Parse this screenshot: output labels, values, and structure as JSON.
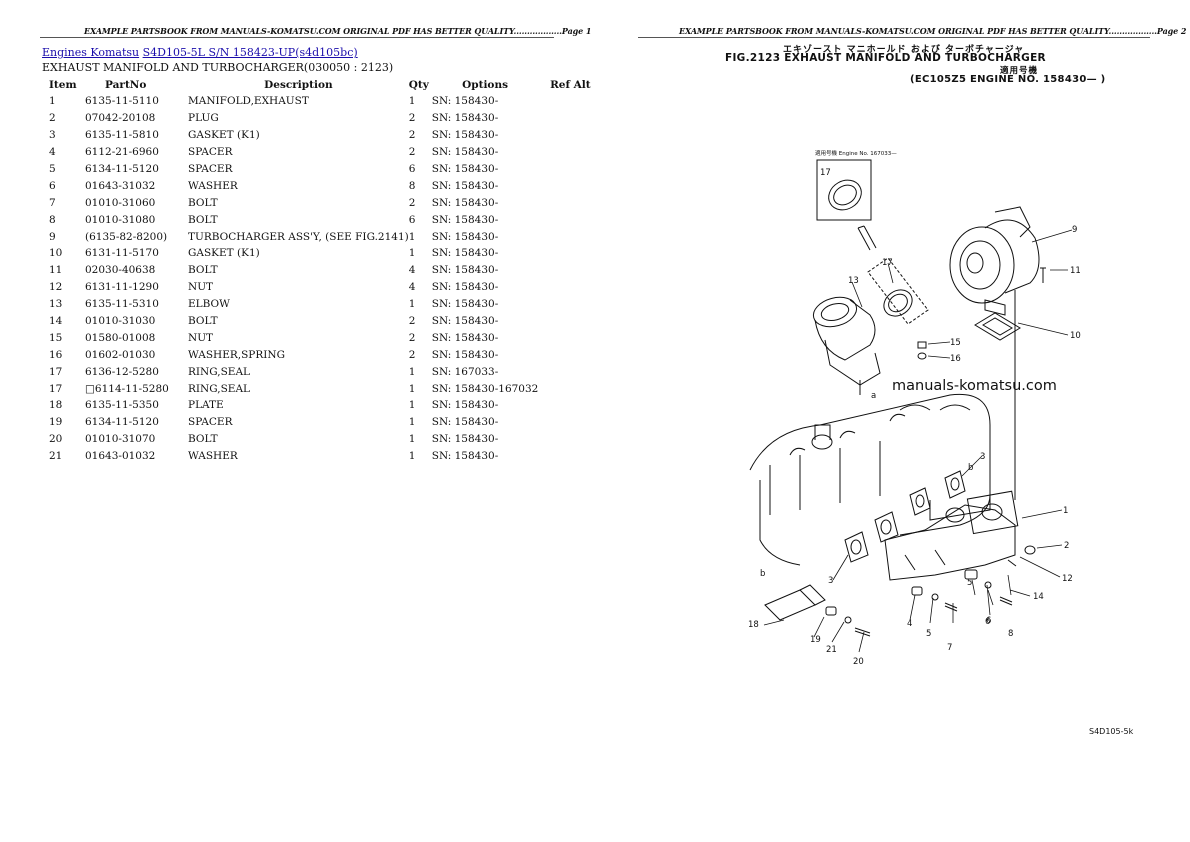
{
  "header": {
    "left": "EXAMPLE PARTSBOOK FROM MANUALS-KOMATSU.COM ORIGINAL PDF HAS BETTER QUALITY..................Page 1",
    "right": "EXAMPLE PARTSBOOK FROM MANUALS-KOMATSU.COM ORIGINAL PDF HAS BETTER QUALITY..................Page 2"
  },
  "breadcrumb": {
    "link1": "Engines Komatsu",
    "link2": "S4D105-5L S/N 158423-UP(s4d105bc)"
  },
  "subtitle": "EXHAUST MANIFOLD AND TURBOCHARGER(030050 : 2123)",
  "table": {
    "headers": [
      "Item",
      "PartNo",
      "Description",
      "Qty",
      "Options",
      "Ref Alt"
    ],
    "rows": [
      {
        "item": "1",
        "part": "6135-11-5110",
        "desc": "MANIFOLD,EXHAUST",
        "qty": "1",
        "opt": "SN: 158430-",
        "ref": ""
      },
      {
        "item": "2",
        "part": "07042-20108",
        "desc": "PLUG",
        "qty": "2",
        "opt": "SN: 158430-",
        "ref": ""
      },
      {
        "item": "3",
        "part": "6135-11-5810",
        "desc": "GASKET (K1)",
        "qty": "2",
        "opt": "SN: 158430-",
        "ref": ""
      },
      {
        "item": "4",
        "part": "6112-21-6960",
        "desc": "SPACER",
        "qty": "2",
        "opt": "SN: 158430-",
        "ref": ""
      },
      {
        "item": "5",
        "part": "6134-11-5120",
        "desc": "SPACER",
        "qty": "6",
        "opt": "SN: 158430-",
        "ref": ""
      },
      {
        "item": "6",
        "part": "01643-31032",
        "desc": "WASHER",
        "qty": "8",
        "opt": "SN: 158430-",
        "ref": ""
      },
      {
        "item": "7",
        "part": "01010-31060",
        "desc": "BOLT",
        "qty": "2",
        "opt": "SN: 158430-",
        "ref": ""
      },
      {
        "item": "8",
        "part": "01010-31080",
        "desc": "BOLT",
        "qty": "6",
        "opt": "SN: 158430-",
        "ref": ""
      },
      {
        "item": "9",
        "part": "(6135-82-8200)",
        "desc": "TURBOCHARGER ASS'Y, (SEE FIG.2141)",
        "qty": "1",
        "opt": "SN: 158430-",
        "ref": ""
      },
      {
        "item": "10",
        "part": "6131-11-5170",
        "desc": "GASKET (K1)",
        "qty": "1",
        "opt": "SN: 158430-",
        "ref": ""
      },
      {
        "item": "11",
        "part": "02030-40638",
        "desc": "BOLT",
        "qty": "4",
        "opt": "SN: 158430-",
        "ref": ""
      },
      {
        "item": "12",
        "part": "6131-11-1290",
        "desc": "NUT",
        "qty": "4",
        "opt": "SN: 158430-",
        "ref": ""
      },
      {
        "item": "13",
        "part": "6135-11-5310",
        "desc": "ELBOW",
        "qty": "1",
        "opt": "SN: 158430-",
        "ref": ""
      },
      {
        "item": "14",
        "part": "01010-31030",
        "desc": "BOLT",
        "qty": "2",
        "opt": "SN: 158430-",
        "ref": ""
      },
      {
        "item": "15",
        "part": "01580-01008",
        "desc": "NUT",
        "qty": "2",
        "opt": "SN: 158430-",
        "ref": ""
      },
      {
        "item": "16",
        "part": "01602-01030",
        "desc": "WASHER,SPRING",
        "qty": "2",
        "opt": "SN: 158430-",
        "ref": ""
      },
      {
        "item": "17",
        "part": "6136-12-5280",
        "desc": "RING,SEAL",
        "qty": "1",
        "opt": "SN: 167033-",
        "ref": ""
      },
      {
        "item": "17",
        "part": "□6114-11-5280",
        "desc": "RING,SEAL",
        "qty": "1",
        "opt": "SN: 158430-167032",
        "ref": ""
      },
      {
        "item": "18",
        "part": "6135-11-5350",
        "desc": "PLATE",
        "qty": "1",
        "opt": "SN: 158430-",
        "ref": ""
      },
      {
        "item": "19",
        "part": "6134-11-5120",
        "desc": "SPACER",
        "qty": "1",
        "opt": "SN: 158430-",
        "ref": ""
      },
      {
        "item": "20",
        "part": "01010-31070",
        "desc": "BOLT",
        "qty": "1",
        "opt": "SN: 158430-",
        "ref": ""
      },
      {
        "item": "21",
        "part": "01643-01032",
        "desc": "WASHER",
        "qty": "1",
        "opt": "SN: 158430-",
        "ref": ""
      }
    ]
  },
  "figure": {
    "title_jp": "エキゾースト マニホールド および ターボチャージャ",
    "title": "FIG.2123 EXHAUST MANIFOLD AND TURBOCHARGER",
    "applicability_jp": "適用号機",
    "engine": "(EC105Z5 ENGINE NO. 158430— )",
    "inset_label": "適用号機 Engine No. 167033—",
    "watermark": "manuals-komatsu.com",
    "code": "S4D105-5k",
    "callouts": [
      "17",
      "17",
      "9",
      "11",
      "13",
      "10",
      "15",
      "16",
      "1",
      "2",
      "12",
      "3",
      "3",
      "14",
      "4",
      "5",
      "6",
      "7",
      "8",
      "5",
      "6",
      "18",
      "19",
      "21",
      "20",
      "b",
      "b",
      "a"
    ]
  }
}
